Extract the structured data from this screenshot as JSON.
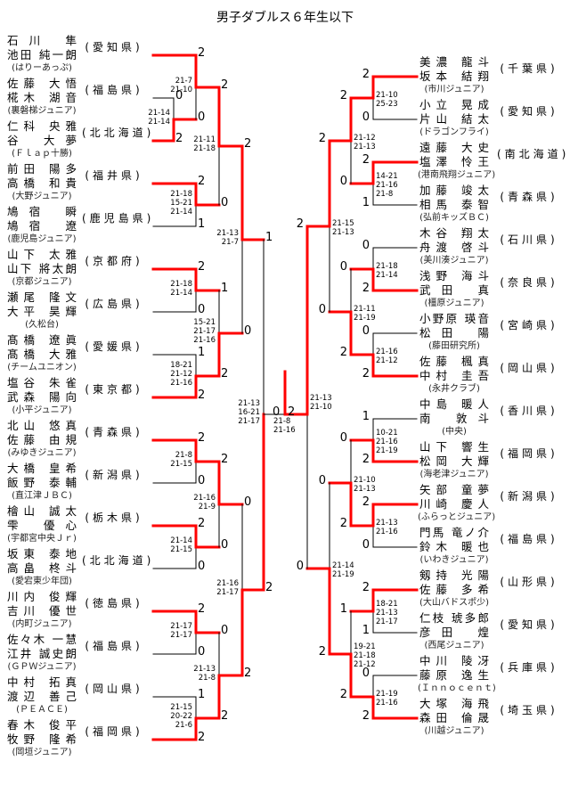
{
  "title": "男子ダブルス６年生以下",
  "colors": {
    "winner_line": "#ff0000",
    "line": "#000000"
  },
  "left": {
    "teams": [
      {
        "p1": "石川 隼",
        "p2": "池田 純一朗",
        "club": "(はりーあっぷ)",
        "pref": "(愛知県)",
        "points": "2"
      },
      {
        "p1": "佐藤 大悟",
        "p2": "椛木 湖音",
        "club": "(裏磐梯ジュニア)",
        "pref": "(福島県)",
        "points": "0"
      },
      {
        "p1": "仁科 央雅",
        "p2": "谷 大夢",
        "club": "(Ｆｌａｐ十勝)",
        "pref": "(北北海道)",
        "points": "2"
      },
      {
        "p1": "前田 陽多",
        "p2": "高橋 和貴",
        "club": "(大野ジュニア)",
        "pref": "(福井県)",
        "points": "2"
      },
      {
        "p1": "鳩宿 瞬",
        "p2": "鳩宿 遼",
        "club": "(鹿児島ジュニア)",
        "pref": "(鹿児島県)",
        "points": "1"
      },
      {
        "p1": "山下 太雅",
        "p2": "山下 將太朗",
        "club": "(京都ジュニア)",
        "pref": "(京都府)",
        "points": "2"
      },
      {
        "p1": "瀬尾 隆文",
        "p2": "大平 昊輝",
        "club": "(久松台)",
        "pref": "(広島県)",
        "points": "0"
      },
      {
        "p1": "髙橋 遼眞",
        "p2": "髙橋 大雅",
        "club": "(チームユニオン)",
        "pref": "(愛媛県)",
        "points": "1"
      },
      {
        "p1": "塩谷 朱雀",
        "p2": "武森 陽向",
        "club": "(小平ジュニア)",
        "pref": "(東京都)",
        "points": "2"
      },
      {
        "p1": "北山 悠真",
        "p2": "佐藤 由規",
        "club": "(みゆきジュニア)",
        "pref": "(青森県)",
        "points": "2"
      },
      {
        "p1": "大橋 皇希",
        "p2": "飯野 泰輔",
        "club": "(直江津ＪＢＣ)",
        "pref": "(新潟県)",
        "points": "0"
      },
      {
        "p1": "檜山 誠太",
        "p2": "雫 優心",
        "club": "(宇都宮中央Ｊｒ)",
        "pref": "(栃木県)",
        "points": "2"
      },
      {
        "p1": "坂東 泰地",
        "p2": "高畠 柊斗",
        "club": "(愛宕東少年団)",
        "pref": "(北北海道)",
        "points": "0"
      },
      {
        "p1": "川内 俊輝",
        "p2": "吉川 優世",
        "club": "(内町ジュニア)",
        "pref": "(徳島県)",
        "points": "2"
      },
      {
        "p1": "佐々木 一慧",
        "p2": "江井 誠史朗",
        "club": "(ＧＰＷジュニア)",
        "pref": "(福島県)",
        "points": "0"
      },
      {
        "p1": "中村 拓真",
        "p2": "渡辺 善己",
        "club": "(ＰＥＡＣＥ)",
        "pref": "(岡山県)",
        "points": "1"
      },
      {
        "p1": "春木 俊平",
        "p2": "牧野 隆希",
        "club": "(岡垣ジュニア)",
        "pref": "(福岡県)",
        "points": "2"
      }
    ],
    "matches": [
      {
        "games": [
          "21-14",
          "21-14"
        ],
        "points": "0"
      },
      {
        "games": [
          "21-7",
          "21-10"
        ],
        "points": "2"
      },
      {
        "games": [
          "21-18",
          "15-21",
          "21-14"
        ],
        "points": "0"
      },
      {
        "games": [
          "21-11",
          "21-18"
        ],
        "points": "2"
      },
      {
        "games": [
          "21-18",
          "21-14"
        ],
        "points": "1"
      },
      {
        "games": [
          "18-21",
          "21-12",
          "21-16"
        ],
        "points": "2"
      },
      {
        "games": [
          "15-21",
          "21-17",
          "21-16"
        ],
        "points": "0"
      },
      {
        "games": [
          "21-13",
          "21-7"
        ],
        "points": "1"
      },
      {
        "games": [
          "21-8",
          "21-15"
        ],
        "points": "2"
      },
      {
        "games": [
          "21-14",
          "21-15"
        ],
        "points": "0"
      },
      {
        "games": [
          "21-16",
          "21-9"
        ],
        "points": "0"
      },
      {
        "games": [
          "21-17",
          "21-17"
        ],
        "points": "0"
      },
      {
        "games": [
          "21-15",
          "20-22",
          "21-6"
        ],
        "points": "2"
      },
      {
        "games": [
          "21-13",
          "21-8"
        ],
        "points": "2"
      },
      {
        "games": [
          "21-16",
          "21-17"
        ],
        "points": "2"
      },
      {
        "games": [
          "21-13",
          "16-21",
          "21-17"
        ],
        "points": "0"
      }
    ]
  },
  "right": {
    "teams": [
      {
        "p1": "美濃 龍斗",
        "p2": "坂本 結翔",
        "club": "(市川ジュニア)",
        "pref": "(千葉県)",
        "points": "2"
      },
      {
        "p1": "小立 晃成",
        "p2": "片山 結太",
        "club": "(ドラゴンフライ)",
        "pref": "(愛知県)",
        "points": "0"
      },
      {
        "p1": "遠藤 大史",
        "p2": "塩澤 怜王",
        "club": "(港南飛翔ジュニア)",
        "pref": "(南北海道)",
        "points": "2"
      },
      {
        "p1": "加藤 竣太",
        "p2": "相馬 泰智",
        "club": "(弘前キッズＢＣ)",
        "pref": "(青森県)",
        "points": "1"
      },
      {
        "p1": "木谷 翔太",
        "p2": "舟渡 啓斗",
        "club": "(美川湊ジュニア)",
        "pref": "(石川県)",
        "points": "0"
      },
      {
        "p1": "浅野 海斗",
        "p2": "武田 真",
        "club": "(橿原ジュニア)",
        "pref": "(奈良県)",
        "points": "2"
      },
      {
        "p1": "小野原 瑛音",
        "p2": "松田 陽",
        "club": "(藤田研究所)",
        "pref": "(宮崎県)",
        "points": "0"
      },
      {
        "p1": "佐藤 楓真",
        "p2": "中村 圭吾",
        "club": "(永井クラブ)",
        "pref": "(岡山県)",
        "points": "2"
      },
      {
        "p1": "中島 暖人",
        "p2": "南 敦斗",
        "club": "(中央)",
        "pref": "(香川県)",
        "points": "1"
      },
      {
        "p1": "山下 響生",
        "p2": "松岡 大輝",
        "club": "(海老津ジュニア)",
        "pref": "(福岡県)",
        "points": "2"
      },
      {
        "p1": "矢部 童夢",
        "p2": "川崎 慶人",
        "club": "(ふらっとジュニア)",
        "pref": "(新潟県)",
        "points": "2"
      },
      {
        "p1": "門馬 竜ノ介",
        "p2": "鈴木 暖也",
        "club": "(いわきジュニア)",
        "pref": "(福島県)",
        "points": "0"
      },
      {
        "p1": "剱持 光陽",
        "p2": "佐藤 多希",
        "club": "(大山バドスポ少)",
        "pref": "(山形県)",
        "points": "2"
      },
      {
        "p1": "仁枝 琥多郎",
        "p2": "彦田 煌",
        "club": "(西尾ジュニア)",
        "pref": "(愛知県)",
        "points": "1"
      },
      {
        "p1": "中川 陵冴",
        "p2": "藤原 逸生",
        "club": "(Ｉｎｎｏｃｅｎｔ)",
        "pref": "(兵庫県)",
        "points": "0"
      },
      {
        "p1": "大塚 海飛",
        "p2": "森田 倫晟",
        "club": "(川越ジュニア)",
        "pref": "(埼玉県)",
        "points": "2"
      }
    ],
    "matches": [
      {
        "games": [
          "21-10",
          "25-23"
        ],
        "points": "2"
      },
      {
        "games": [
          "14-21",
          "21-16",
          "21-8"
        ],
        "points": "0"
      },
      {
        "games": [
          "21-12",
          "21-13"
        ],
        "points": "2"
      },
      {
        "games": [
          "21-18",
          "21-14"
        ],
        "points": "0"
      },
      {
        "games": [
          "21-16",
          "21-12"
        ],
        "points": "2"
      },
      {
        "games": [
          "21-11",
          "21-19"
        ],
        "points": "0"
      },
      {
        "games": [
          "21-15",
          "21-13"
        ],
        "points": "2"
      },
      {
        "games": [
          "10-21",
          "21-16",
          "21-19"
        ],
        "points": "0"
      },
      {
        "games": [
          "21-13",
          "21-16"
        ],
        "points": "2"
      },
      {
        "games": [
          "21-10",
          "21-13"
        ],
        "points": "0"
      },
      {
        "games": [
          "18-21",
          "21-13",
          "21-17"
        ],
        "points": "1"
      },
      {
        "games": [
          "21-19",
          "21-16"
        ],
        "points": "2"
      },
      {
        "games": [
          "19-21",
          "21-18",
          "21-12"
        ],
        "points": "2"
      },
      {
        "games": [
          "21-14",
          "21-19"
        ],
        "points": "0"
      },
      {
        "games": [
          "21-13",
          "21-10"
        ],
        "points": "2"
      }
    ]
  },
  "final": {
    "games": [
      "21-8",
      "21-16"
    ]
  }
}
